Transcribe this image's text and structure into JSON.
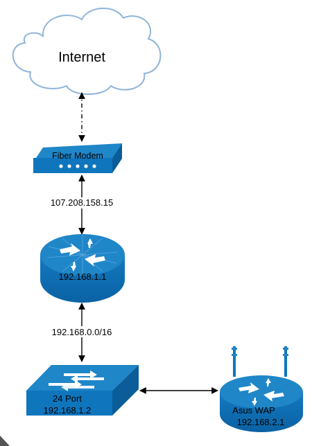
{
  "internet": {
    "label": "Internet"
  },
  "modem": {
    "label": "Fiber Modem"
  },
  "link_modem_router": {
    "label": "107.208.158.15"
  },
  "router": {
    "label": "192.168.1.1"
  },
  "link_router_switch": {
    "label": "192.168.0.0/16"
  },
  "switch": {
    "label": "24 Port",
    "ip": "192.168.1.2"
  },
  "wap": {
    "label": "Asus WAP",
    "ip": "192.168.2.1"
  },
  "colors": {
    "device_fill": "#0f75bd",
    "device_top": "#1f86c8",
    "device_shade": "#0a5d98",
    "cloud_stroke": "#8fb3da",
    "line": "#000000"
  }
}
